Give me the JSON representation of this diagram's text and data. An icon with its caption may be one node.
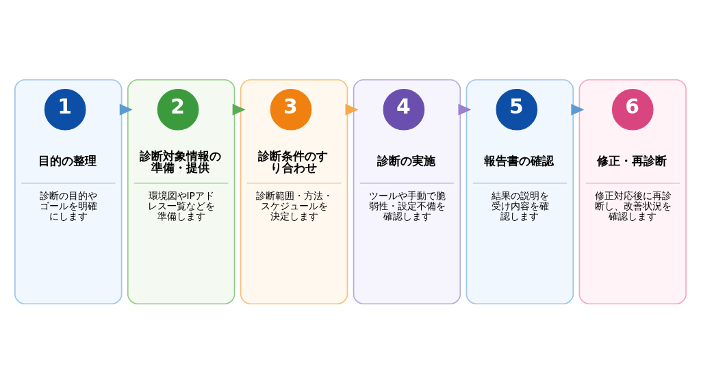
{
  "diagram": {
    "nodes": [
      {
        "text": [
          "目的の整理",
          "診断の目的やゴールを明確にします"
        ]
      },
      {
        "text": [
          "1"
        ],
        "in": 0
      },
      {
        "text": [
          "診断対象情報の準備・提供",
          "環境図やIPアドレス一覧などを準備します"
        ]
      },
      {
        "text": [
          "2"
        ],
        "in": 2
      },
      {
        "text": [
          "診断条件のすり合わせ",
          "診断範囲・方法・スケジュールを決定します"
        ]
      },
      {
        "text": [
          "3"
        ],
        "in": 4
      },
      {
        "text": [
          "診断の実施",
          "ツールや手動で脆弱性・設定不備を確認します"
        ]
      },
      {
        "text": [
          "4"
        ],
        "in": 6
      },
      {
        "text": [
          "報告書の確認",
          "結果の説明を受け内容を確認します"
        ]
      },
      {
        "text": [
          "5"
        ],
        "in": 8
      },
      {
        "text": [
          "修正・再診断",
          "修正対応後に再診断し、改善状況を確認します"
        ]
      },
      {
        "text": [
          "6"
        ],
        "in": 10
      }
    ],
    "edges": [
      {
        "from": 0,
        "to": 2,
        "arrow": "to",
        "color": "#5b9bd5"
      },
      {
        "from": 2,
        "to": 4,
        "arrow": "to",
        "color": "#5cab55"
      },
      {
        "from": 4,
        "to": 6,
        "arrow": "to",
        "color": "#f6a84a"
      },
      {
        "from": 6,
        "to": 8,
        "arrow": "to",
        "color": "#9a80cf"
      },
      {
        "from": 8,
        "to": 10,
        "arrow": "to",
        "color": "#5b9bd5"
      }
    ]
  }
}
